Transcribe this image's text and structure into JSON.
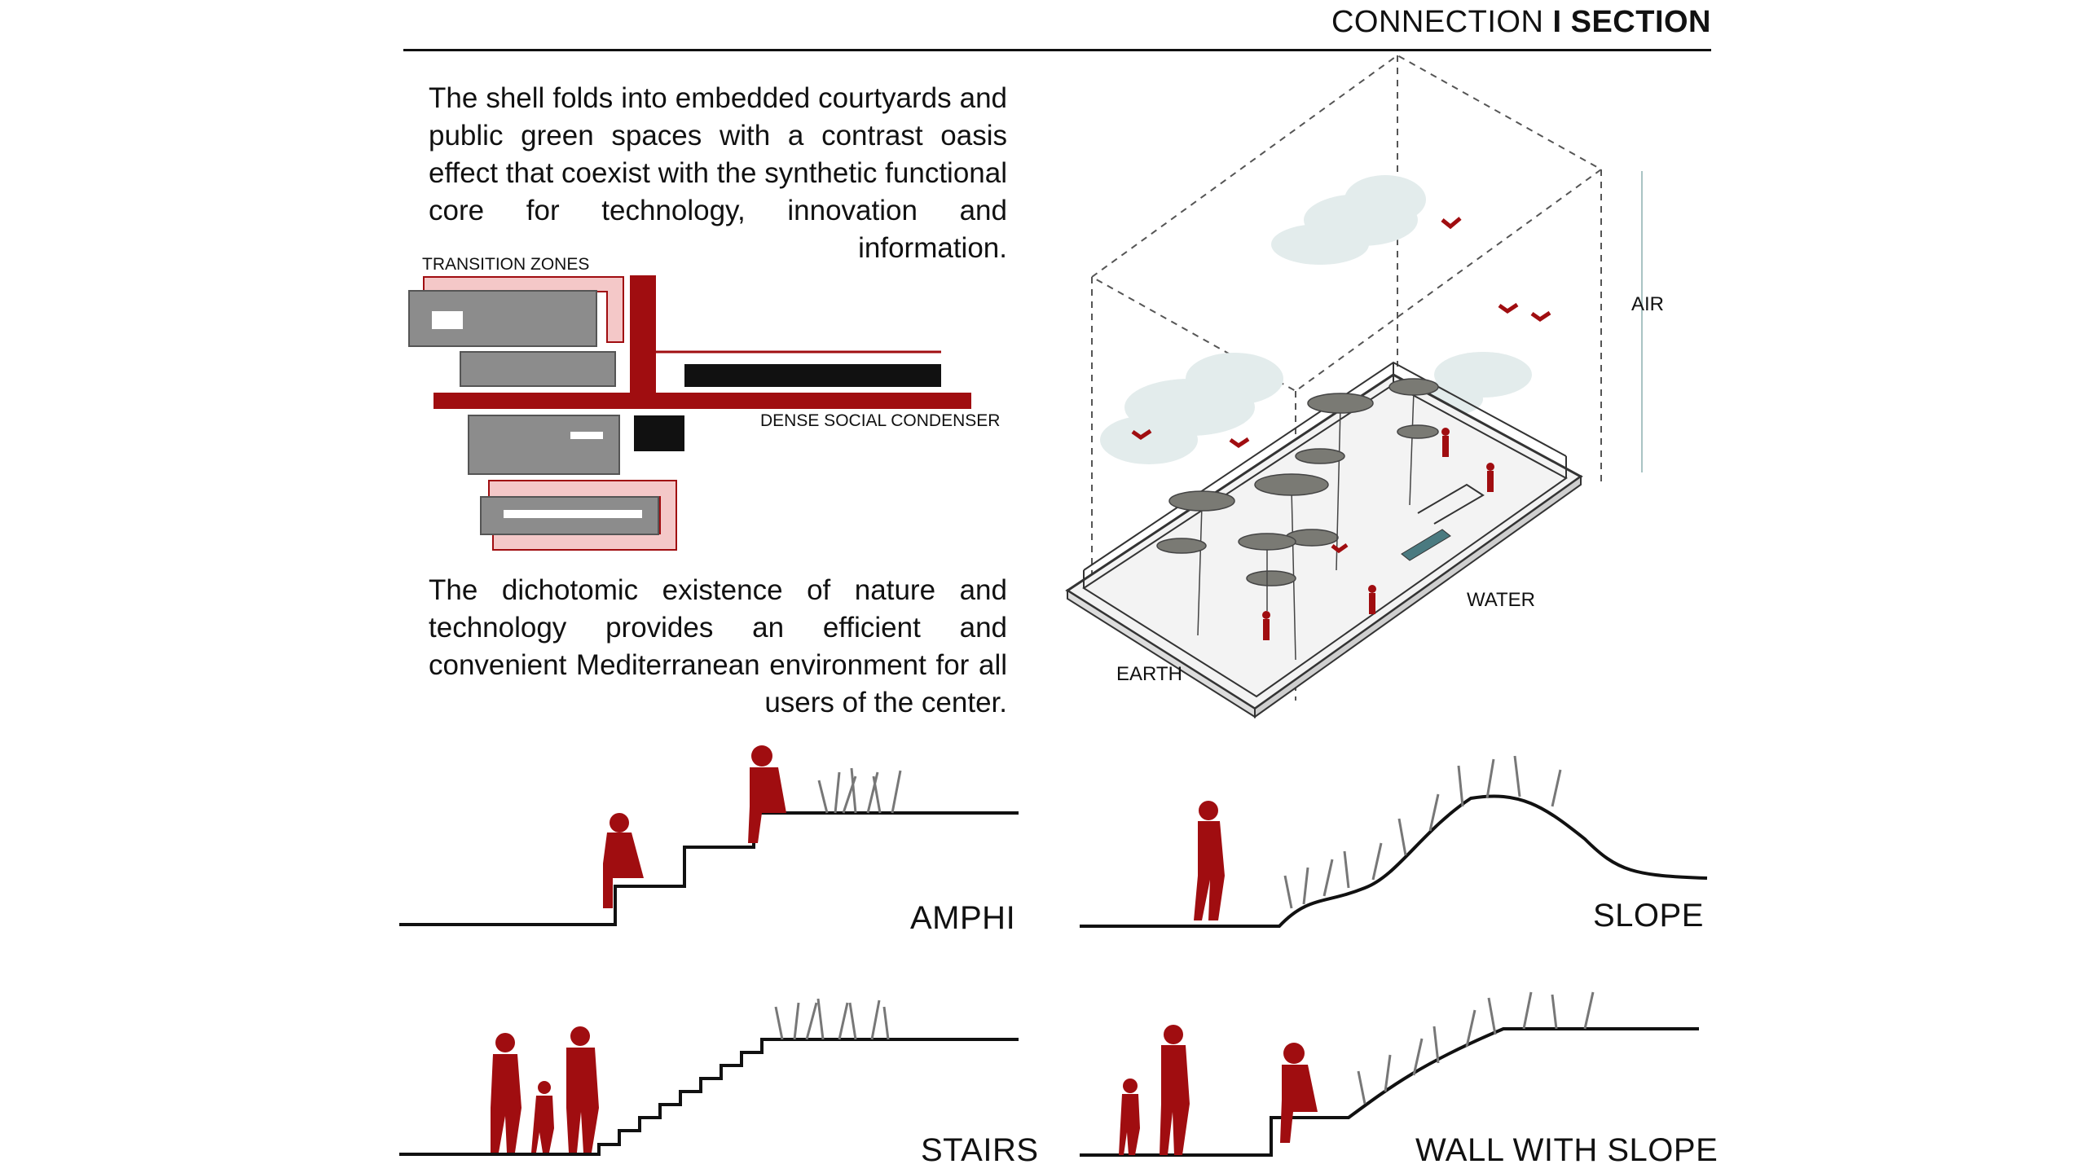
{
  "header": {
    "prefix": "CONNECTION",
    "separator": "I",
    "bold": "SECTION"
  },
  "paragraphs": [
    "The shell folds into embedded courtyards and public green spaces with a contrast oasis effect that coexist with the synthetic functional core for technology, innovation and information.",
    "The dichotomic existence of nature and technology provides an efficient and convenient Mediterranean environment for all users of the center."
  ],
  "scheme": {
    "transition_label": "TRANSITION ZONES",
    "condenser_label": "DENSE SOCIAL CONDENSER"
  },
  "axon": {
    "air_label": "AIR",
    "water_label": "WATER",
    "earth_label": "EARTH"
  },
  "sections": {
    "amphi": "AMPHI",
    "slope": "SLOPE",
    "stairs": "STAIRS",
    "wall_slope": "WALL WITH SLOPE"
  },
  "colors": {
    "accent_red": "#a00d10",
    "pink": "#f4c8c8",
    "grey": "#8c8c8c",
    "black": "#111111",
    "sky": "#e3ecec"
  }
}
